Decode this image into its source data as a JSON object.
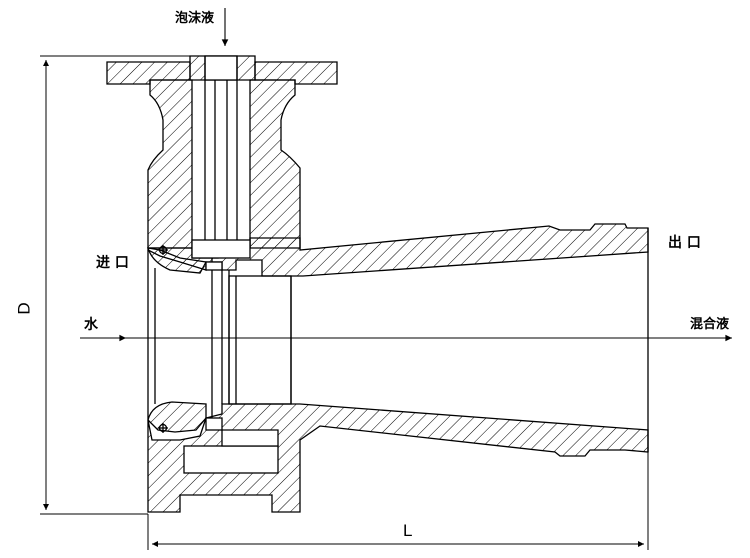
{
  "labels": {
    "foam_inlet": "泡沫液",
    "inlet": "进 口",
    "outlet": "出 口",
    "water": "水",
    "mixed_liquid": "混合液",
    "dim_height": "D",
    "dim_length": "L"
  },
  "colors": {
    "line": "#000000",
    "background": "#ffffff"
  }
}
